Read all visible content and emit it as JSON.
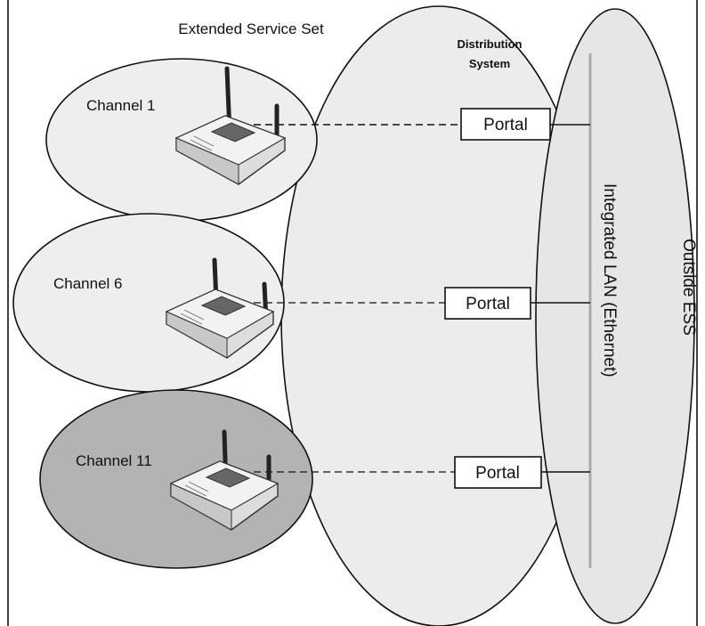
{
  "diagram": {
    "title": "Extended Service Set",
    "distribution_system": {
      "line1": "Distribution",
      "line2": "System"
    },
    "integrated_lan": "Integrated LAN (Ethernet)",
    "outside_ess": "Outside ESS",
    "cells": [
      {
        "label": "Channel 1",
        "portal": "Portal"
      },
      {
        "label": "Channel 6",
        "portal": "Portal"
      },
      {
        "label": "Channel 11",
        "portal": "Portal"
      }
    ],
    "colors": {
      "cell_light": "#eeeeee",
      "cell_dark": "#b3b3b3",
      "ds_fill": "#ececec",
      "outside_fill": "#e6e6e6",
      "stroke": "#111111",
      "lan_line": "#aaaaaa"
    }
  }
}
